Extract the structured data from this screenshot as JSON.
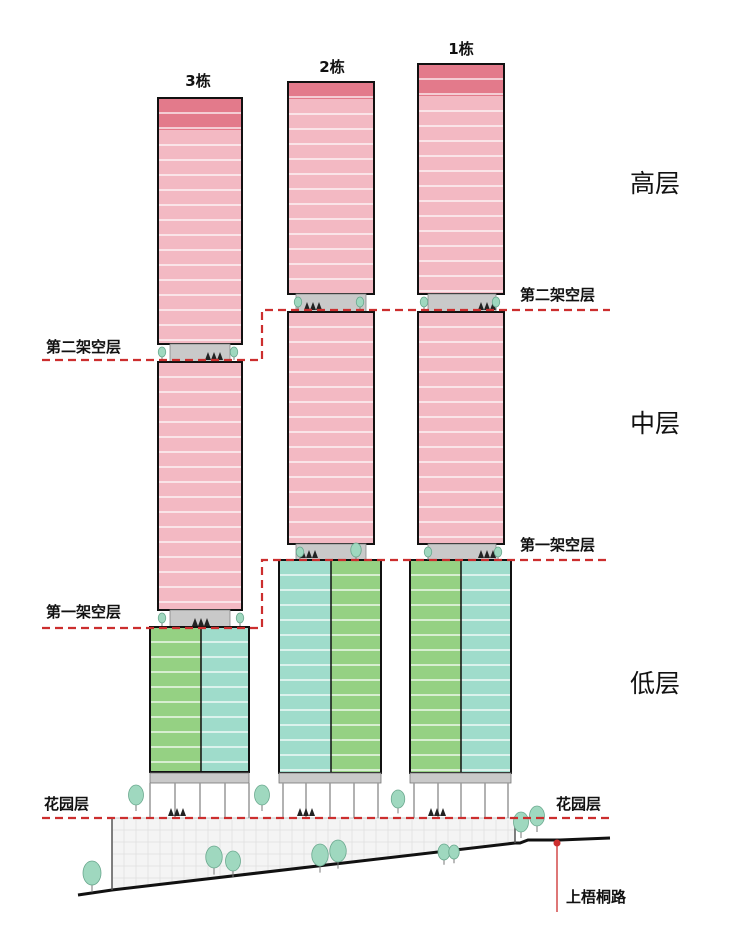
{
  "towers": [
    {
      "id": "t3",
      "label": "3栋"
    },
    {
      "id": "t2",
      "label": "2栋"
    },
    {
      "id": "t1",
      "label": "1栋"
    }
  ],
  "zones": {
    "high": "高层",
    "mid": "中层",
    "low": "低层"
  },
  "refuge": {
    "second": "第二架空层",
    "first": "第一架空层",
    "garden": "花园层"
  },
  "road": "上梧桐路",
  "colors": {
    "pink": "#f3b9c3",
    "pink_top": "#e37a8b",
    "green": "#95d183",
    "teal": "#9fdccb",
    "grey": "#c9c9c9",
    "red_dash": "#cc2e2e",
    "tree": "#9fd8bf"
  }
}
